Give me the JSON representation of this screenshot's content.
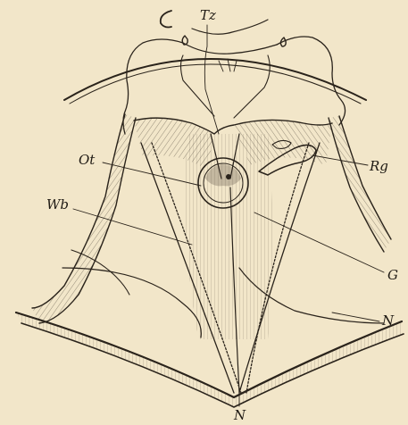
{
  "figure": {
    "labels": {
      "Tz": "Tz",
      "Ot": "Ot",
      "Rg": "Rg",
      "Wb": "Wb",
      "G": "G",
      "N_right": "N",
      "N_bottom": "N"
    }
  },
  "colors": {
    "paper": "#f2e6c9",
    "ink": "#2a231b"
  }
}
